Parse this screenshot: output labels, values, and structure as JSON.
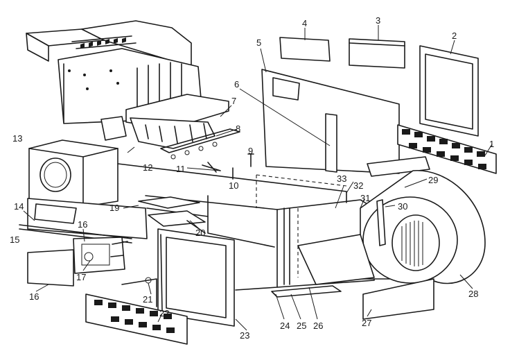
{
  "callouts": [
    {
      "id": "c1",
      "text": "1"
    },
    {
      "id": "c2",
      "text": "2"
    },
    {
      "id": "c3",
      "text": "3"
    },
    {
      "id": "c4",
      "text": "4"
    },
    {
      "id": "c5",
      "text": "5"
    },
    {
      "id": "c6",
      "text": "6"
    },
    {
      "id": "c7",
      "text": "7"
    },
    {
      "id": "c8",
      "text": "8"
    },
    {
      "id": "c9",
      "text": "9"
    },
    {
      "id": "c10",
      "text": "10"
    },
    {
      "id": "c11",
      "text": "11"
    },
    {
      "id": "c12",
      "text": "12"
    },
    {
      "id": "c13",
      "text": "13"
    },
    {
      "id": "c14",
      "text": "14"
    },
    {
      "id": "c15",
      "text": "15"
    },
    {
      "id": "c16a",
      "text": "16"
    },
    {
      "id": "c16b",
      "text": "16"
    },
    {
      "id": "c17",
      "text": "17"
    },
    {
      "id": "c19",
      "text": "19"
    },
    {
      "id": "c20",
      "text": "20"
    },
    {
      "id": "c21",
      "text": "21"
    },
    {
      "id": "c22",
      "text": "22"
    },
    {
      "id": "c23",
      "text": "23"
    },
    {
      "id": "c24",
      "text": "24"
    },
    {
      "id": "c25",
      "text": "25"
    },
    {
      "id": "c26",
      "text": "26"
    },
    {
      "id": "c27",
      "text": "27"
    },
    {
      "id": "c28",
      "text": "28"
    },
    {
      "id": "c29",
      "text": "29"
    },
    {
      "id": "c30",
      "text": "30"
    },
    {
      "id": "c31",
      "text": "31"
    },
    {
      "id": "c32",
      "text": "32"
    },
    {
      "id": "c33",
      "text": "33"
    }
  ]
}
